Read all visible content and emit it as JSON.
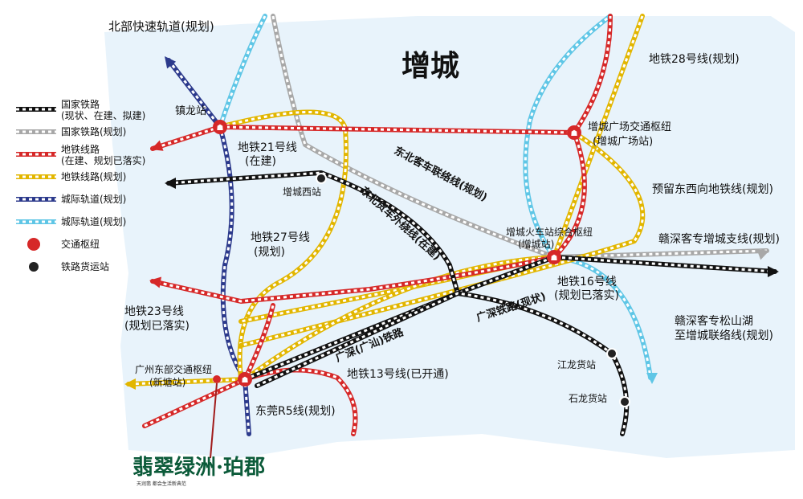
{
  "region_label": "增城",
  "colors": {
    "land": "#e8f3fb",
    "national_rail": "#111111",
    "national_rail_planned": "#a8a8a8",
    "metro_built": "#d62828",
    "metro_planned": "#e2b600",
    "intercity_built": "#2c3a8c",
    "intercity_planned": "#5fc6e6",
    "hub": "#d62828",
    "freight": "#222222"
  },
  "legend": [
    {
      "label": "国家铁路",
      "sub": "(现状、在建、拟建)",
      "style": "national_rail"
    },
    {
      "label": "国家铁路(规划)",
      "sub": "",
      "style": "national_rail_planned"
    },
    {
      "label": "地铁线路",
      "sub": "(在建、规划已落实)",
      "style": "metro_built"
    },
    {
      "label": "地铁线路(规划)",
      "sub": "",
      "style": "metro_planned"
    },
    {
      "label": "城际轨道(规划)",
      "sub": "",
      "style": "intercity_built"
    },
    {
      "label": "城际轨道(规划)",
      "sub": "",
      "style": "intercity_planned"
    },
    {
      "label": "交通枢纽",
      "sub": "",
      "style": "hub"
    },
    {
      "label": "铁路货运站",
      "sub": "",
      "style": "freight"
    }
  ],
  "labels": {
    "north_express": "北部快速轨道(规划)",
    "zhenlong": "镇龙站",
    "metro21": "地铁21号线",
    "metro21_status": "(在建)",
    "metro28": "地铁28号线(规划)",
    "zengcheng_square_hub": "增城广场交通枢纽",
    "zengcheng_square_sub": "(增城广场站)",
    "northeast_passenger": "东北客车联络线(规划)",
    "zengcheng_west": "增城西站",
    "northeast_freight": "东北货车外绕线(在建)",
    "reserved_ew": "预留东西向地铁线(规划)",
    "ganshen_branch": "赣深客专增城支线(规划)",
    "metro27": "地铁27号线",
    "metro27_status": "(规划)",
    "zengcheng_rail_hub": "增城火车站综合枢纽",
    "zengcheng_rail_sub": "(增城站)",
    "metro16": "地铁16号线",
    "metro16_status": "(规划已落实)",
    "metro23": "地铁23号线",
    "metro23_status": "(规划已落实)",
    "guangshen_current": "广深铁路(现状)",
    "guangshan": "广深(广汕)铁路",
    "ganshen_songshan": "赣深客专松山湖",
    "ganshen_songshan_2": "至增城联络线(规划)",
    "gz_east_hub": "广州东部交通枢纽",
    "gz_east_sub": "(新塘站)",
    "metro13": "地铁13号线(已开通)",
    "jianglong": "江龙货站",
    "dongguan_r5": "东莞R5线(规划)",
    "shilong": "石龙货站"
  },
  "brand": {
    "name": "翡翠绿洲·珀郡",
    "tagline": "天润翡  都会生活新典范"
  }
}
